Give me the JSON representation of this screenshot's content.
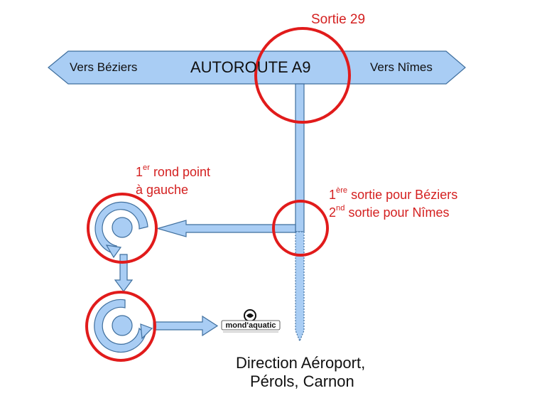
{
  "colors": {
    "road_fill": "#a9cdf4",
    "road_stroke": "#3f6f9e",
    "circle_red": "#e11b1b",
    "label_red": "#d42020"
  },
  "motorway": {
    "name": "AUTOROUTE A9",
    "left_label": "Vers Béziers",
    "right_label": "Vers Nîmes"
  },
  "exit": {
    "label": "Sortie 29"
  },
  "junction_instruction": {
    "line1_sup": "ère",
    "line1_rest": " sortie pour Béziers",
    "line1_num": "1",
    "line2_num": "2",
    "line2_sup": "nd",
    "line2_rest": " sortie pour Nîmes"
  },
  "roundabout1": {
    "num": "1",
    "sup": "er",
    "rest": " rond point",
    "line2": "à gauche"
  },
  "destination": {
    "line1": "Direction Aéroport,",
    "line2": "Pérols, Carnon"
  },
  "logo": {
    "text": "mond'aquatic",
    "icon": "fish-globe-icon"
  }
}
